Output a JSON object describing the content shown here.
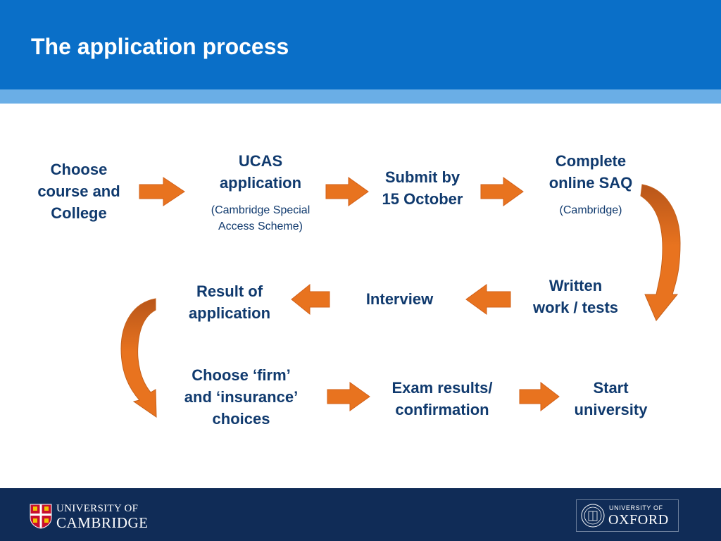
{
  "slide": {
    "title": "The application process"
  },
  "steps": {
    "choose_course": [
      "Choose",
      "course and",
      "College"
    ],
    "ucas": [
      "UCAS",
      "application"
    ],
    "ucas_note": [
      "(Cambridge Special",
      "Access Scheme)"
    ],
    "submit": [
      "Submit by",
      "15 October"
    ],
    "saq": [
      "Complete",
      "online SAQ"
    ],
    "saq_note": [
      "(Cambridge)"
    ],
    "written": [
      "Written",
      "work / tests"
    ],
    "interview": [
      "Interview"
    ],
    "result": [
      "Result of",
      "application"
    ],
    "firm": [
      "Choose ‘firm’",
      "and ‘insurance’",
      "choices"
    ],
    "exam": [
      "Exam results/",
      "confirmation"
    ],
    "start": [
      "Start",
      "university"
    ]
  },
  "footer": {
    "cambridge_line1": "UNIVERSITY OF",
    "cambridge_line2": "CAMBRIDGE",
    "oxford_line1": "UNIVERSITY OF",
    "oxford_line2": "OXFORD"
  },
  "colors": {
    "header_blue": "#0a6fc8",
    "header_strip": "#6aaee6",
    "text_navy": "#103a6e",
    "arrow_orange": "#e8731f",
    "footer_navy": "#102c57"
  }
}
